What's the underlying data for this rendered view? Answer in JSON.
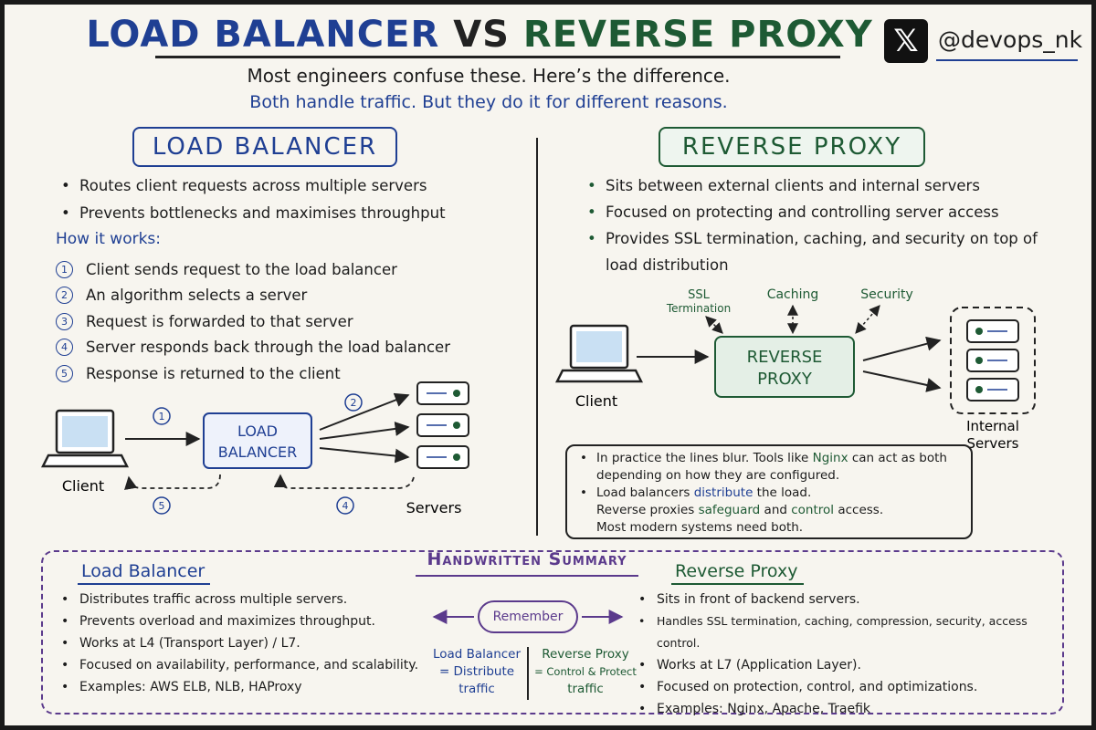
{
  "header": {
    "title_part1": "LOAD BALANCER",
    "title_vs": "VS",
    "title_part2": "REVERSE PROXY",
    "x_logo": "𝕏",
    "handle": "@devops_nk",
    "subtitle": "Most engineers confuse these. Here’s the difference.",
    "subtitle2": "Both handle traffic. But they do it for different reasons."
  },
  "load_balancer": {
    "title": "LOAD BALANCER",
    "bullets": [
      "Routes client requests across multiple servers",
      "Prevents bottlenecks and maximises throughput"
    ],
    "how_heading": "How it works:",
    "steps": [
      {
        "num": "1",
        "text": "Client sends request to the load balancer"
      },
      {
        "num": "2",
        "text": "An algorithm selects a server"
      },
      {
        "num": "3",
        "text": "Request is forwarded to that server"
      },
      {
        "num": "4",
        "text": "Server responds back through the load balancer"
      },
      {
        "num": "5",
        "text": "Response is returned to the client"
      }
    ],
    "diagram": {
      "box_line1": "LOAD",
      "box_line2": "BALANCER",
      "client_label": "Client",
      "servers_label": "Servers",
      "step1": "1",
      "step2": "2",
      "step4": "4",
      "step5": "5"
    }
  },
  "reverse_proxy": {
    "title": "REVERSE PROXY",
    "bullets": [
      "Sits between external clients and internal servers",
      "Focused on protecting and controlling server access",
      "Provides SSL termination, caching, and security on top of load distribution"
    ],
    "diagram": {
      "box_line1": "REVERSE",
      "box_line2": "PROXY",
      "client_label": "Client",
      "ssl_line1": "SSL",
      "ssl_line2": "Termination",
      "caching": "Caching",
      "security": "Security",
      "internal_line1": "Internal",
      "internal_line2": "Servers"
    },
    "note": {
      "line1_a": "In practice the lines blur. Tools like ",
      "line1_b": "Nginx",
      "line1_c": " can act as both depending on how they are configured.",
      "line2_a": "Load balancers ",
      "line2_b": "distribute",
      "line2_c": " the load.",
      "line3_a": "Reverse proxies ",
      "line3_b": "safeguard",
      "line3_c": " and ",
      "line3_d": "control",
      "line3_e": " access.",
      "line4": "Most modern systems need both."
    }
  },
  "summary": {
    "title": "Handwritten Summary",
    "lb_heading": "Load Balancer",
    "lb_items": [
      "Distributes traffic across multiple servers.",
      "Prevents overload and maximizes throughput.",
      "Works at L4 (Transport Layer) / L7.",
      "Focused on availability, performance, and scalability.",
      "Examples: AWS ELB, NLB, HAProxy"
    ],
    "rp_heading": "Reverse Proxy",
    "rp_items": [
      "Sits in front of backend servers.",
      "Handles SSL termination, caching, compression, security, access control.",
      "Works at L7 (Application Layer).",
      "Focused on protection, control, and optimizations.",
      "Examples: Nginx, Apache, Traefik"
    ],
    "remember": "Remember",
    "rem_lb_line1": "Load Balancer",
    "rem_lb_line2": "= Distribute",
    "rem_lb_line3": "traffic",
    "rem_rp_line1": "Reverse Proxy",
    "rem_rp_line2": "= Control & Protect",
    "rem_rp_line3": "traffic"
  },
  "colors": {
    "lb_blue": "#1f3f93",
    "rp_green": "#1e5a34",
    "summary_purple": "#5b3a8c"
  }
}
